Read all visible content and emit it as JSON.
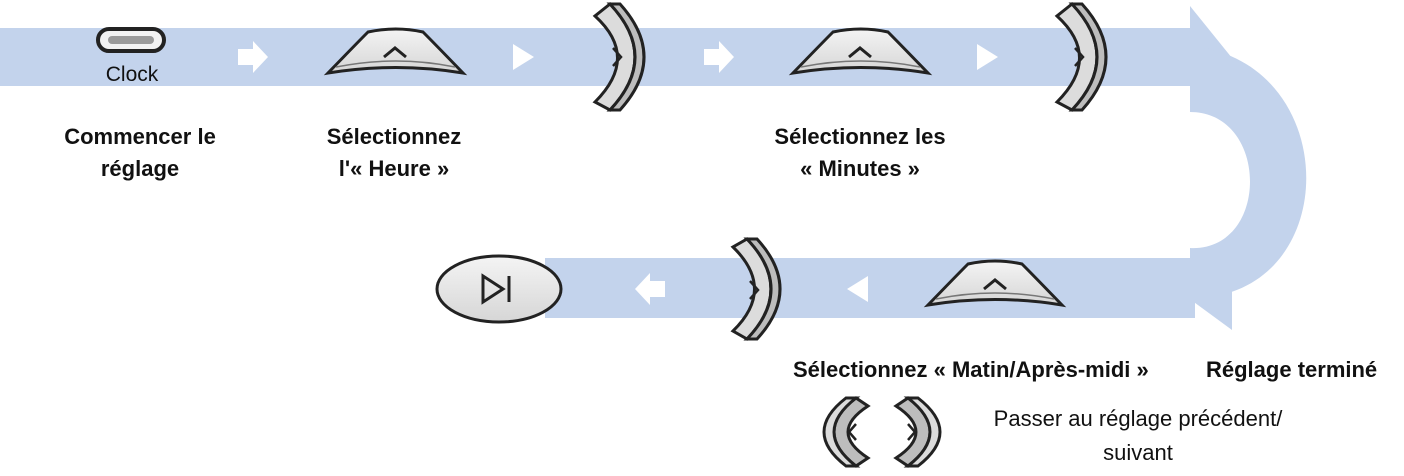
{
  "colors": {
    "band": "#c3d3ec",
    "outline": "#222222",
    "key_fill": "#e8e8e8",
    "arrow": "#ffffff"
  },
  "steps": {
    "start": {
      "key_label": "Clock",
      "line1": "Commencer le",
      "line2": "réglage"
    },
    "hour": {
      "line1": "Sélectionnez",
      "line2": "l'« Heure »"
    },
    "minutes": {
      "line1": "Sélectionnez les",
      "line2": "« Minutes »"
    },
    "ampm": {
      "label": "Sélectionnez « Matin/Après-midi »"
    },
    "done": {
      "label": "Réglage terminé"
    }
  },
  "legend": {
    "line1": "Passer au réglage précédent/",
    "line2": "suivant"
  },
  "icons": [
    "clock-key-icon",
    "up-arc-key-icon",
    "right-arc-key-icon",
    "left-arc-key-icon",
    "play-pause-key-icon",
    "direction-arrow-icon"
  ]
}
